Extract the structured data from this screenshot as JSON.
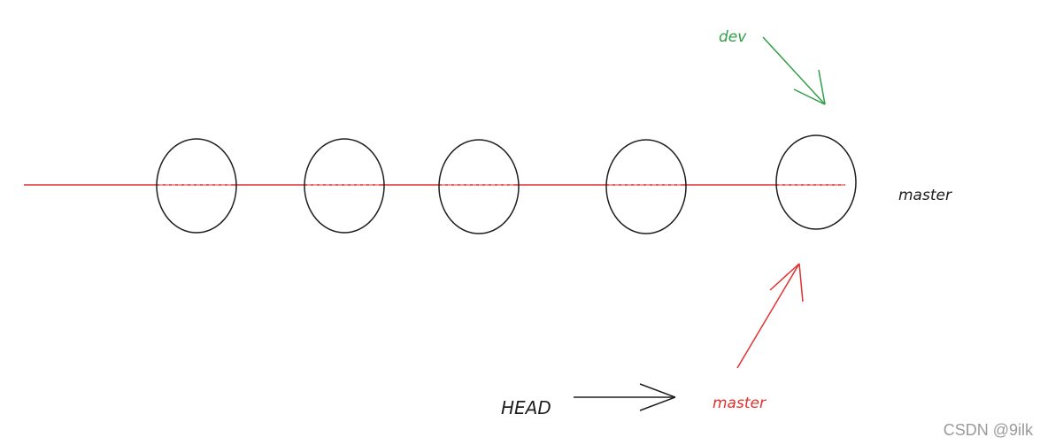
{
  "diagram": {
    "branch_label": "master",
    "dev_label": "dev",
    "head_label": "HEAD",
    "head_target_label": "master",
    "commit_count": 5,
    "colors": {
      "commit_line": "#e03131",
      "dev": "#2f9e44",
      "master_pointer": "#e03131",
      "stroke": "#1e1e1e"
    }
  },
  "watermark": "CSDN @9ilk"
}
